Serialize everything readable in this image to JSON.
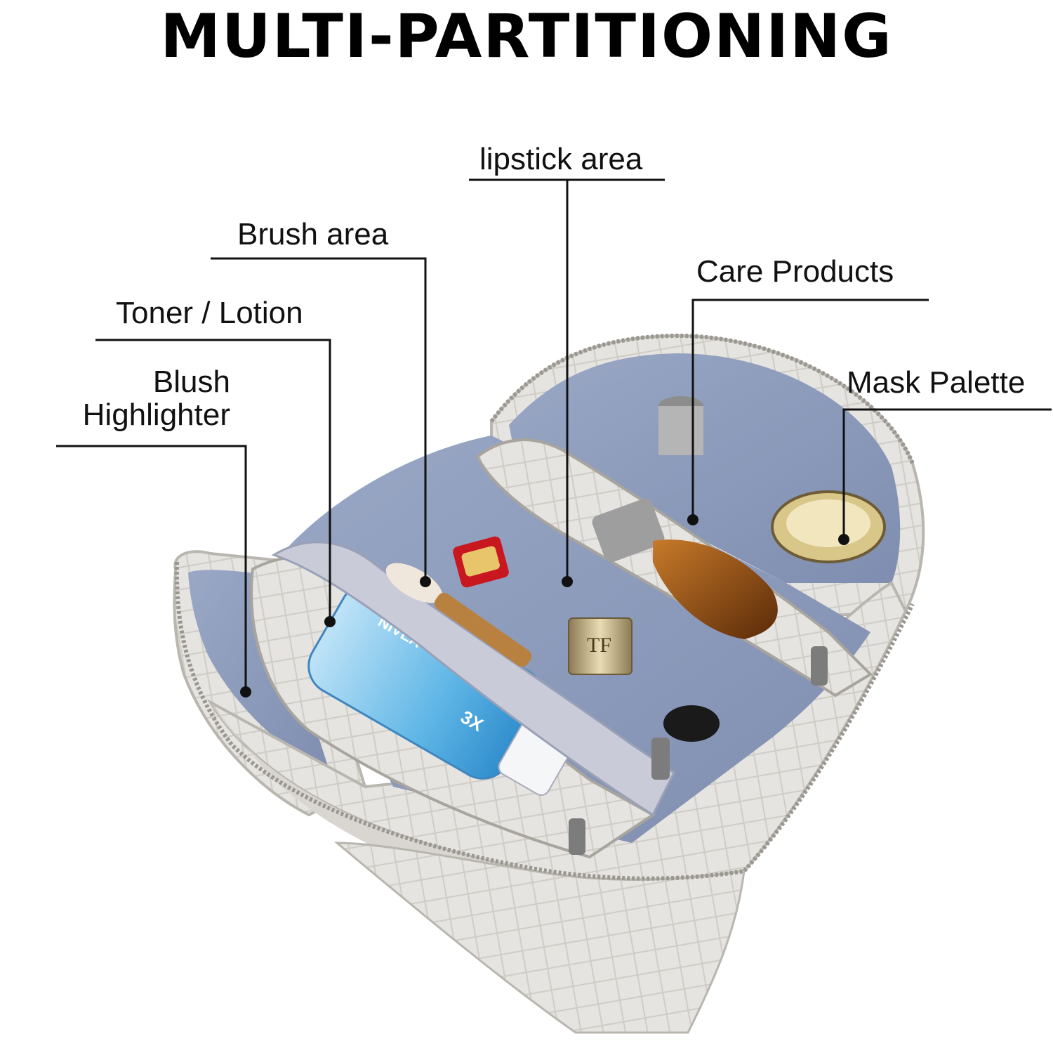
{
  "title": "MULTI-PARTITIONING",
  "callouts": {
    "lipstick": "lipstick area",
    "brush": "Brush area",
    "care": "Care Products",
    "toner": "Toner / Lotion",
    "mask": "Mask Palette",
    "blush_line1": "Blush",
    "blush_line2": "Highlighter"
  },
  "product_text": {
    "tube_brand": "NIVEA",
    "tube_badge": "3X",
    "cap_mark": "TF"
  },
  "colors": {
    "bag_shell": "#e4e2de",
    "lining": "#8e9cbc",
    "leader_line": "#111111"
  }
}
